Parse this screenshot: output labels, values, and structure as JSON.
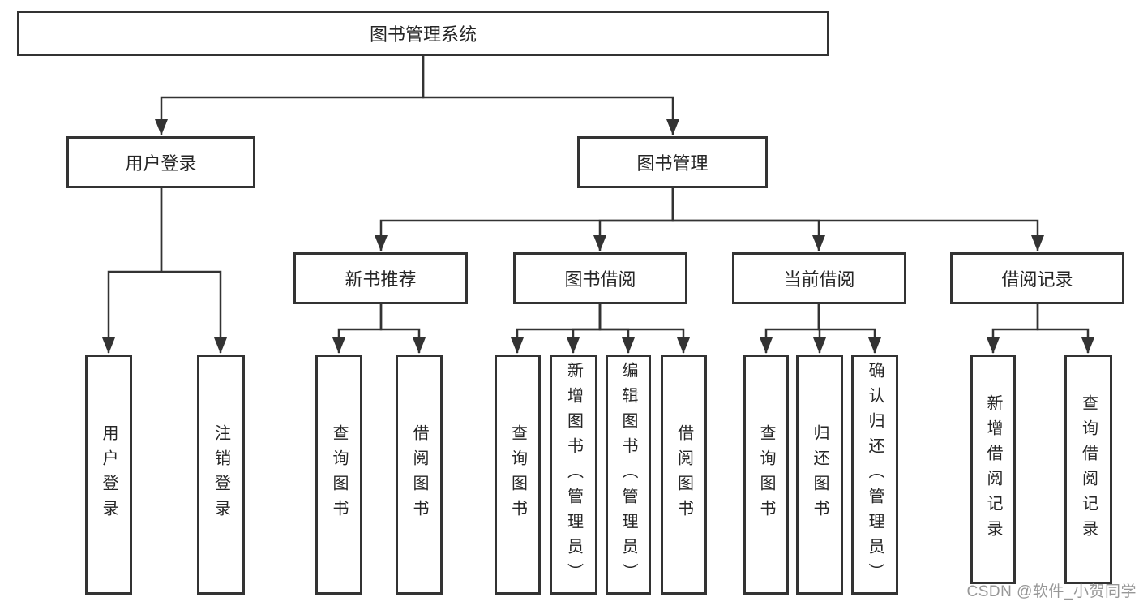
{
  "diagram": {
    "type": "tree-structure-diagram",
    "colors": {
      "line": "#333333",
      "box_border": "#333333",
      "box_fill": "#ffffff",
      "text": "#262626",
      "background": "#ffffff",
      "watermark": "#8e8e8e"
    },
    "root": {
      "label": "图书管理系统"
    },
    "branches": [
      {
        "label": "用户登录",
        "children": [
          {
            "label": "用户登录"
          },
          {
            "label": "注销登录"
          }
        ]
      },
      {
        "label": "图书管理",
        "children": [
          {
            "label": "新书推荐",
            "children": [
              {
                "label": "查询图书"
              },
              {
                "label": "借阅图书"
              }
            ]
          },
          {
            "label": "图书借阅",
            "children": [
              {
                "label": "查询图书"
              },
              {
                "label": "新增图书（管理员）"
              },
              {
                "label": "编辑图书（管理员）"
              },
              {
                "label": "借阅图书"
              }
            ]
          },
          {
            "label": "当前借阅",
            "children": [
              {
                "label": "查询图书"
              },
              {
                "label": "归还图书"
              },
              {
                "label": "确认归还（管理员）"
              }
            ]
          },
          {
            "label": "借阅记录",
            "children": [
              {
                "label": "新增借阅记录"
              },
              {
                "label": "查询借阅记录"
              }
            ]
          }
        ]
      }
    ]
  },
  "watermark": {
    "text": "CSDN @软件_小贺同学"
  }
}
